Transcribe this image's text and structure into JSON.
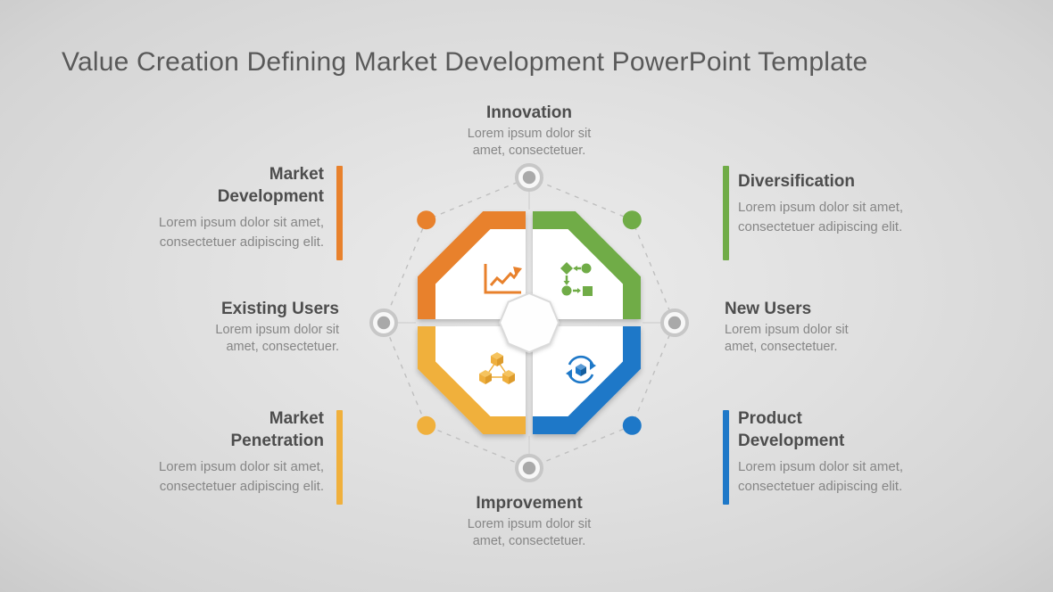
{
  "title": "Value Creation Defining Market Development PowerPoint Template",
  "sections": {
    "innovation": {
      "label": "Innovation",
      "body": "Lorem ipsum dolor sit amet, consectetuer."
    },
    "diversification": {
      "label": "Diversification",
      "body": "Lorem ipsum dolor sit amet, consectetuer adipiscing elit.",
      "accent_color": "#70AC47"
    },
    "new_users": {
      "label": "New Users",
      "body": "Lorem ipsum dolor sit amet, consectetuer."
    },
    "product_development": {
      "label": "Product Development",
      "body": "Lorem ipsum dolor sit amet, consectetuer adipiscing elit.",
      "accent_color": "#1E78C8"
    },
    "improvement": {
      "label": "Improvement",
      "body": "Lorem ipsum dolor sit amet, consectetuer."
    },
    "market_penetration": {
      "label": "Market Penetration",
      "body": "Lorem ipsum dolor sit amet, consectetuer adipiscing elit.",
      "accent_color": "#F0B03C"
    },
    "existing_users": {
      "label": "Existing Users",
      "body": "Lorem ipsum dolor sit amet, consectetuer."
    },
    "market_development": {
      "label": "Market Development",
      "body": "Lorem ipsum dolor sit amet, consectetuer adipiscing elit.",
      "accent_color": "#E8812C"
    }
  },
  "diagram": {
    "center_shape": "octagon-split-into-four-quadrants",
    "quadrants": [
      {
        "section": "Market Development",
        "position": "top-left",
        "color": "#E8812C",
        "icon": "line-chart-icon"
      },
      {
        "section": "Diversification",
        "position": "top-right",
        "color": "#70AC47",
        "icon": "flowchart-icon"
      },
      {
        "section": "Market Penetration",
        "position": "bottom-left",
        "color": "#F0B03C",
        "icon": "linked-cubes-icon"
      },
      {
        "section": "Product Development",
        "position": "bottom-right",
        "color": "#1E78C8",
        "icon": "product-cycle-icon"
      }
    ],
    "corner_dots": [
      {
        "position": "top-left",
        "color": "#E8812C"
      },
      {
        "position": "top-right",
        "color": "#70AC47"
      },
      {
        "position": "bottom-left",
        "color": "#F0B03C"
      },
      {
        "position": "bottom-right",
        "color": "#1E78C8"
      }
    ],
    "node_circles": [
      "top",
      "right",
      "bottom",
      "left"
    ],
    "outline": "dashed-octagon"
  },
  "colors": {
    "background": "#DCDCDC",
    "title_text": "#595959",
    "heading_text": "#4D4D4D",
    "body_text": "#868686"
  }
}
